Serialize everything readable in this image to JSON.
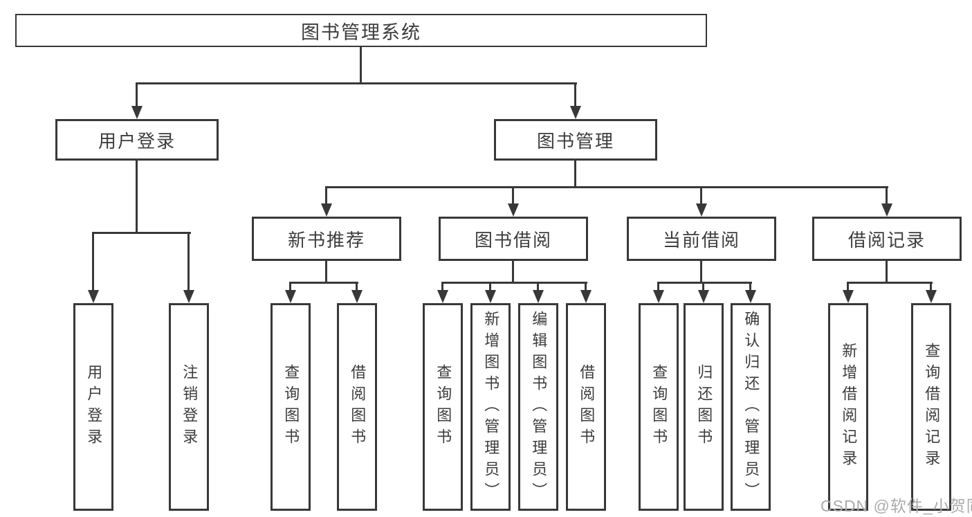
{
  "watermark": "CSDN @软件_小贺同学",
  "colors": {
    "line": "#383838",
    "text": "#3c3c3c",
    "watermark": "#ababab",
    "background": "#ffffff"
  },
  "diagram": {
    "type": "hierarchy-tree",
    "root": {
      "label": "图书管理系统",
      "children": [
        {
          "label": "用户登录",
          "leaves": [
            "用户登录",
            "注销登录"
          ]
        },
        {
          "label": "图书管理",
          "children": [
            {
              "label": "新书推荐",
              "leaves": [
                "查询图书",
                "借阅图书"
              ]
            },
            {
              "label": "图书借阅",
              "leaves": [
                "查询图书",
                "新增图书（管理员）",
                "编辑图书（管理员）",
                "借阅图书"
              ]
            },
            {
              "label": "当前借阅",
              "leaves": [
                "查询图书",
                "归还图书",
                "确认归还（管理员）"
              ]
            },
            {
              "label": "借阅记录",
              "leaves": [
                "新增借阅记录",
                "查询借阅记录"
              ]
            }
          ]
        }
      ]
    }
  }
}
